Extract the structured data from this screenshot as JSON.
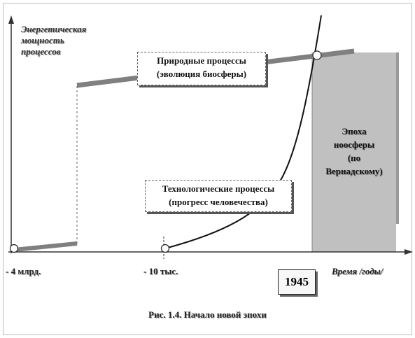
{
  "y_axis_label": [
    "Энергетическая",
    "мощность",
    "процессов"
  ],
  "x_axis": {
    "ticks": [
      "- 4 млрд.",
      "- 10 тыс.",
      "1945"
    ],
    "label": "Время /годы/"
  },
  "natural_box": [
    "Природные процессы",
    "(эволюция биосферы)"
  ],
  "tech_box": [
    "Технологические процессы",
    "(прогресс человечества)"
  ],
  "epoch_box": [
    "Эпоха",
    "ноосферы",
    "(по",
    "Вернадскому)"
  ],
  "caption": "Рис. 1.4. Начало новой эпохи",
  "colors": {
    "natural_line": "#808080",
    "tech_curve": "#111111",
    "noosphere_fill": "#c0c0c0",
    "axis": "#333333"
  }
}
